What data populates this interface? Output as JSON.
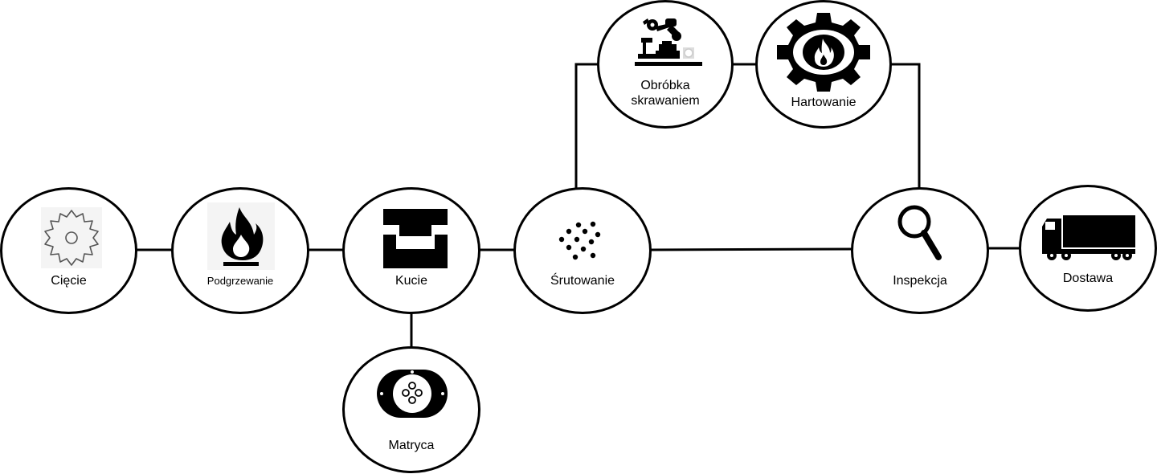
{
  "diagram": {
    "nodes": {
      "ciecie": "Cięcie",
      "podgrzewanie": "Podgrzewanie",
      "kucie": "Kucie",
      "matryca": "Matryca",
      "srutowanie": "Śrutowanie",
      "obrobka": "Obróbka\nskrawaniem",
      "hartowanie": "Hartowanie",
      "inspekcja": "Inspekcja",
      "dostawa": "Dostawa"
    },
    "icons": {
      "ciecie": "circular-saw-blade-icon",
      "podgrzewanie": "flame-icon",
      "kucie": "forging-press-icon",
      "matryca": "die-disc-icon",
      "srutowanie": "shot-pellets-icon",
      "obrobka": "robotic-arm-machining-icon",
      "hartowanie": "gear-with-flame-icon",
      "inspekcja": "magnifying-glass-icon",
      "dostawa": "delivery-truck-icon"
    },
    "connections": [
      [
        "ciecie",
        "podgrzewanie"
      ],
      [
        "podgrzewanie",
        "kucie"
      ],
      [
        "kucie",
        "srutowanie"
      ],
      [
        "kucie",
        "matryca"
      ],
      [
        "srutowanie",
        "inspekcja"
      ],
      [
        "srutowanie",
        "obrobka"
      ],
      [
        "obrobka",
        "hartowanie"
      ],
      [
        "hartowanie",
        "inspekcja"
      ],
      [
        "inspekcja",
        "dostawa"
      ]
    ],
    "colors": {
      "line": "#000000",
      "node_fill": "#ffffff"
    }
  }
}
